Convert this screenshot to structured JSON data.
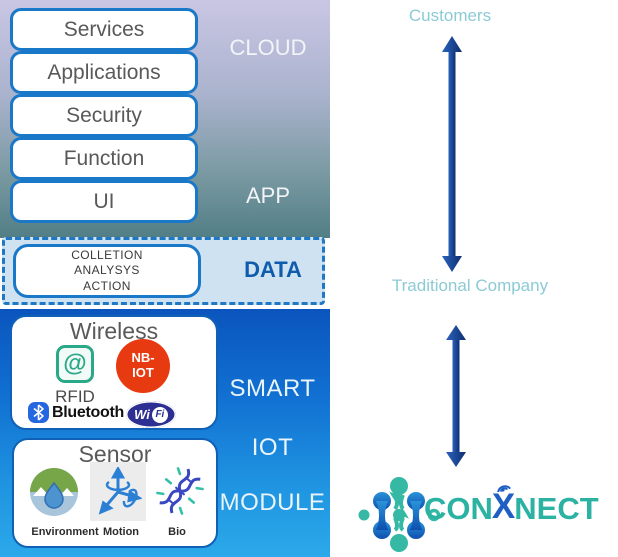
{
  "stack": {
    "boxes": [
      "Services",
      "Applications",
      "Security",
      "Function",
      "UI"
    ],
    "cloud_label": "CLOUD",
    "app_label": "APP"
  },
  "data_layer": {
    "lines": [
      "COLLETION",
      "ANALYSYS",
      "ACTION"
    ],
    "label": "DATA"
  },
  "iot_section": {
    "labels": {
      "smart": "SMART",
      "iot": "IOT",
      "module": "MODULE"
    },
    "wireless": {
      "title": "Wireless",
      "rfid": {
        "glyph": "@",
        "label": "RFID",
        "color": "#2ba887"
      },
      "nbiot": {
        "line1": "NB-",
        "line2": "IOT",
        "color": "#e83a10"
      },
      "bluetooth": {
        "label": "Bluetooth",
        "color": "#2467e0"
      },
      "wifi": {
        "wi": "Wi",
        "fi": "Fi",
        "color": "#2d2f92"
      }
    },
    "sensor": {
      "title": "Sensor",
      "items": [
        {
          "label": "Environment",
          "icon": "environment-icon"
        },
        {
          "label": "Motion",
          "icon": "motion-axes-icon"
        },
        {
          "label": "Bio",
          "icon": "dna-icon"
        }
      ]
    }
  },
  "flow": {
    "top": "Customers",
    "middle": "Traditional Company",
    "arrow_color": "#16418f"
  },
  "logo": {
    "part1": "CON",
    "part2": "X",
    "part3": "NECT",
    "teal": "#2bb2a2",
    "blue": "#1f5fc4"
  },
  "colors": {
    "top_gradient_start": "#c9c6e4",
    "top_gradient_end": "#527e86",
    "data_bg": "#cfe2f2",
    "data_border": "#1e78c6",
    "data_text": "#0f5cad",
    "blue_gradient_start": "#0a55bd",
    "blue_gradient_end": "#2ba9ea",
    "box_border": "#1a78c8",
    "box_text": "#595959",
    "flow_text": "#8ccad5"
  }
}
